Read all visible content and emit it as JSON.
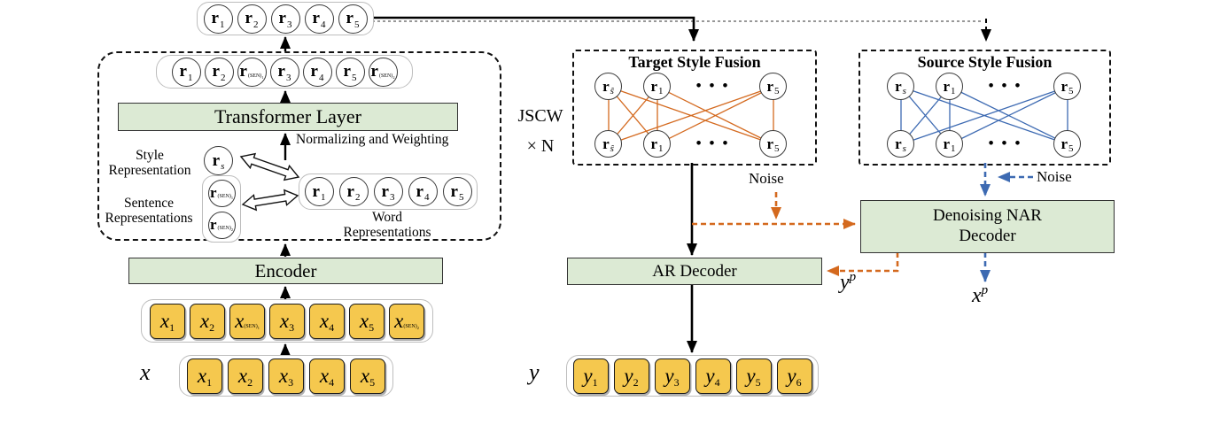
{
  "colors": {
    "green_fill": "#dcead4",
    "yellow_fill": "#f5c84e",
    "orange_line": "#d4691e",
    "blue_line": "#3d6ab2",
    "black": "#000000"
  },
  "top_row": {
    "tokens": [
      {
        "b": "r",
        "s": "1"
      },
      {
        "b": "r",
        "s": "2"
      },
      {
        "b": "r",
        "s": "3"
      },
      {
        "b": "r",
        "s": "4"
      },
      {
        "b": "r",
        "s": "5"
      }
    ]
  },
  "jscw": {
    "box_label1": "JSCW",
    "box_label2": "× N",
    "row": [
      {
        "b": "r",
        "s": "1"
      },
      {
        "b": "r",
        "s": "2"
      },
      {
        "b": "r",
        "s": "(SEN)",
        "i": "1"
      },
      {
        "b": "r",
        "s": "3"
      },
      {
        "b": "r",
        "s": "4"
      },
      {
        "b": "r",
        "s": "5"
      },
      {
        "b": "r",
        "s": "(SEN)",
        "i": "2"
      }
    ],
    "transformer": "Transformer Layer",
    "normalizing": "Normalizing and Weighting",
    "style_label1": "Style",
    "style_label2": "Representation",
    "style_token": {
      "b": "r",
      "s": "s"
    },
    "sentence_label1": "Sentence",
    "sentence_label2": "Representations",
    "sentence_tokens": [
      {
        "b": "r",
        "s": "(SEN)",
        "i": "1"
      },
      {
        "b": "r",
        "s": "(SEN)",
        "i": "2"
      }
    ],
    "word_tokens": [
      {
        "b": "r",
        "s": "1"
      },
      {
        "b": "r",
        "s": "2"
      },
      {
        "b": "r",
        "s": "3"
      },
      {
        "b": "r",
        "s": "4"
      },
      {
        "b": "r",
        "s": "5"
      }
    ],
    "word_label1": "Word",
    "word_label2": "Representations"
  },
  "encoder_label": "Encoder",
  "x_full_row": [
    {
      "b": "x",
      "s": "1"
    },
    {
      "b": "x",
      "s": "2"
    },
    {
      "b": "x",
      "s": "(SEN)",
      "i": "1"
    },
    {
      "b": "x",
      "s": "3"
    },
    {
      "b": "x",
      "s": "4"
    },
    {
      "b": "x",
      "s": "5"
    },
    {
      "b": "x",
      "s": "(SEN)",
      "i": "2"
    }
  ],
  "x_row": {
    "label": "x",
    "tokens": [
      {
        "b": "x",
        "s": "1"
      },
      {
        "b": "x",
        "s": "2"
      },
      {
        "b": "x",
        "s": "3"
      },
      {
        "b": "x",
        "s": "4"
      },
      {
        "b": "x",
        "s": "5"
      }
    ]
  },
  "y_row": {
    "label": "y",
    "tokens": [
      {
        "b": "y",
        "s": "1"
      },
      {
        "b": "y",
        "s": "2"
      },
      {
        "b": "y",
        "s": "3"
      },
      {
        "b": "y",
        "s": "4"
      },
      {
        "b": "y",
        "s": "5"
      },
      {
        "b": "y",
        "s": "6"
      }
    ]
  },
  "target_fusion": {
    "title": "Target Style Fusion",
    "dots": "•••",
    "top": [
      {
        "b": "r",
        "s": "ŝ"
      },
      {
        "b": "r",
        "s": "1"
      },
      {
        "b": "r",
        "s": "5"
      }
    ],
    "bottom": [
      {
        "b": "r",
        "s": "ŝ"
      },
      {
        "b": "r",
        "s": "1"
      },
      {
        "b": "r",
        "s": "5"
      }
    ]
  },
  "source_fusion": {
    "title": "Source Style Fusion",
    "dots": "•••",
    "top": [
      {
        "b": "r",
        "s": "s"
      },
      {
        "b": "r",
        "s": "1"
      },
      {
        "b": "r",
        "s": "5"
      }
    ],
    "bottom": [
      {
        "b": "r",
        "s": "s"
      },
      {
        "b": "r",
        "s": "1"
      },
      {
        "b": "r",
        "s": "5"
      }
    ]
  },
  "ar_decoder": "AR Decoder",
  "nar_decoder1": "Denoising NAR",
  "nar_decoder2": "Decoder",
  "noise_orange": "Noise",
  "noise_blue": "Noise",
  "yp": {
    "b": "y",
    "sup": "p"
  },
  "xp": {
    "b": "x",
    "sup": "p"
  }
}
